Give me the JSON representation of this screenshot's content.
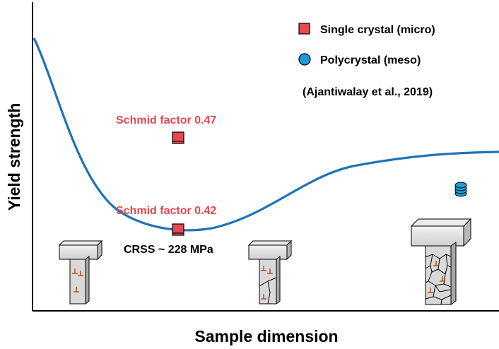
{
  "axes": {
    "ylabel": "Yield strength",
    "xlabel": "Sample dimension"
  },
  "legend": {
    "items": [
      {
        "label": "Single crystal (micro)",
        "marker": "square",
        "color": "#e8484f"
      },
      {
        "label": "Polycrystal (meso)",
        "marker": "circle",
        "color": "#1a9bd6"
      }
    ],
    "citation": "(Ajantiwalay et al., 2019)"
  },
  "annotations": {
    "schmid_high": "Schmid factor 0.47",
    "schmid_low": "Schmid factor 0.42",
    "crss": "CRSS ~ 228 MPa"
  },
  "colors": {
    "curve": "#1f73b7",
    "annotation_text": "#e8484f",
    "single_crystal": "#e8484f",
    "polycrystal": "#1a9bd6",
    "dislocation": "#b5451b",
    "pillar_face": "#d9d9d9",
    "pillar_dark": "#a6a6a6"
  },
  "icons": [
    "dislocation-symbol",
    "micropillar",
    "grain-boundary"
  ]
}
